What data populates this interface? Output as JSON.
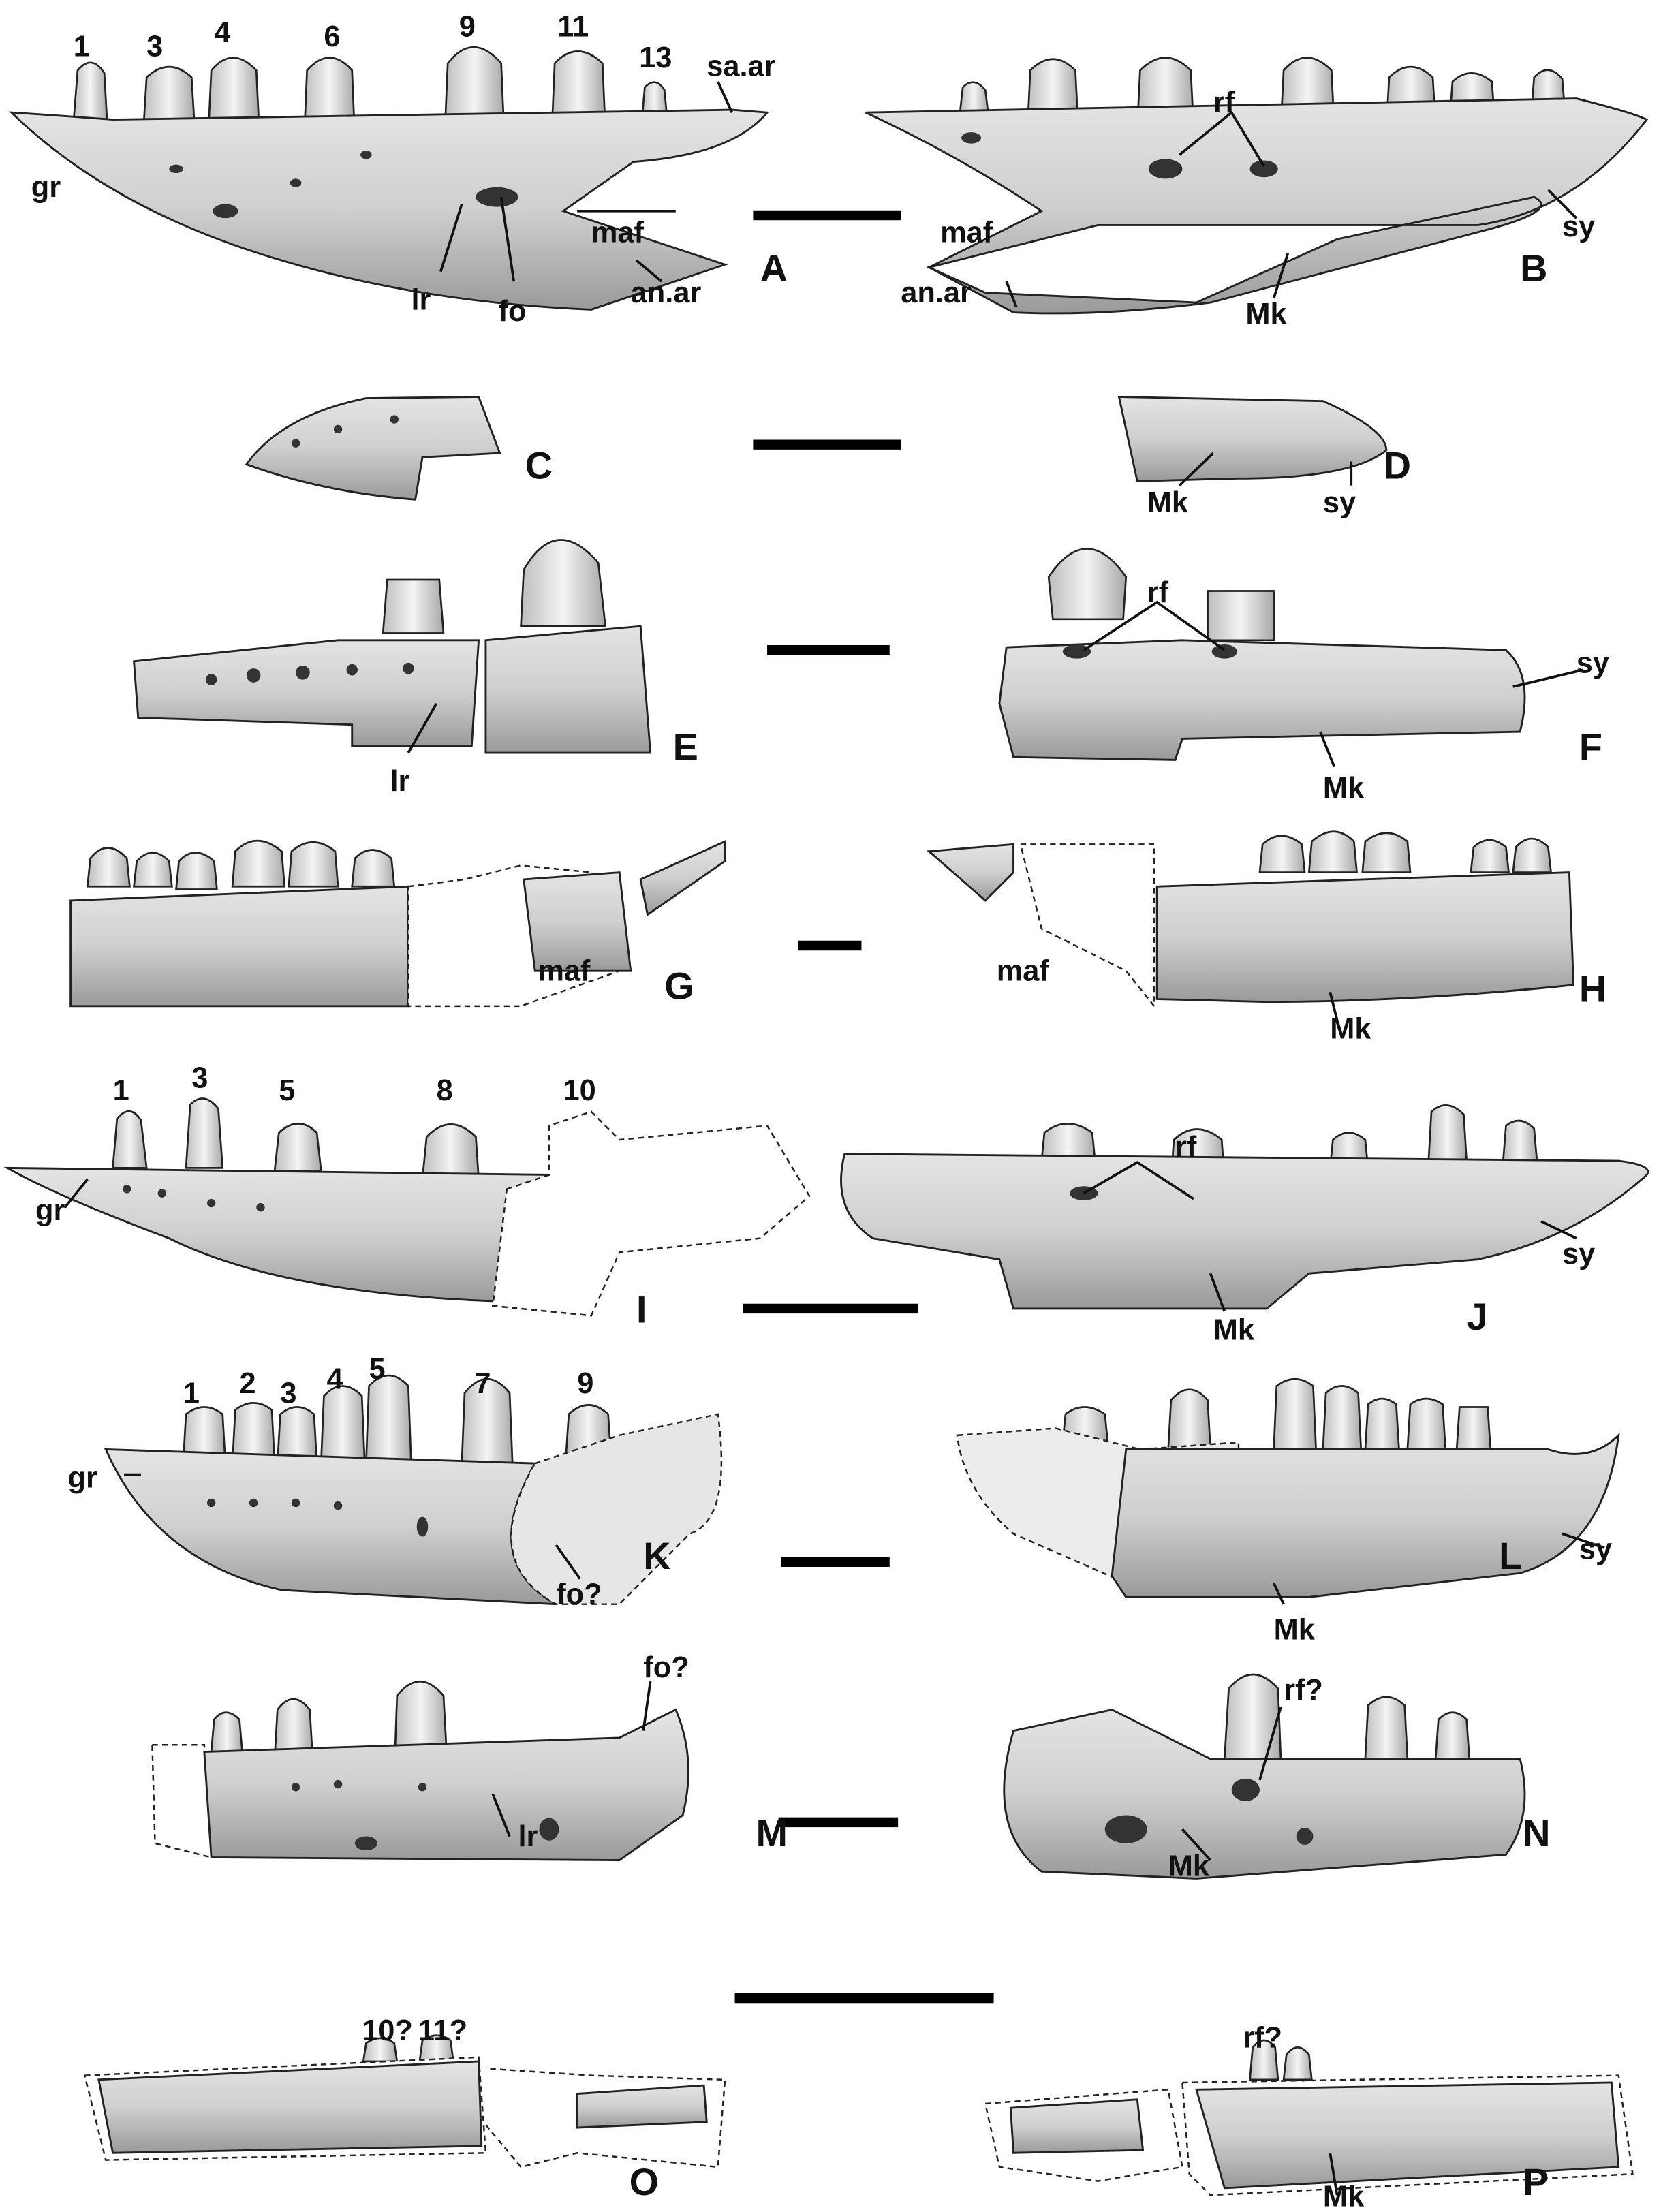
{
  "figure": {
    "panel_letters": [
      "A",
      "B",
      "C",
      "D",
      "E",
      "F",
      "G",
      "H",
      "I",
      "J",
      "K",
      "L",
      "M",
      "N",
      "O",
      "P"
    ],
    "panel_A": {
      "teeth": [
        "1",
        "3",
        "4",
        "6",
        "9",
        "11",
        "13"
      ],
      "labels": {
        "sa_ar": "sa.ar",
        "gr": "gr",
        "maf": "maf",
        "lr": "lr",
        "fo": "fo",
        "an_ar": "an.ar"
      }
    },
    "panel_B": {
      "labels": {
        "rf": "rf",
        "maf": "maf",
        "sy": "sy",
        "an_ar": "an.ar",
        "mk": "Mk"
      }
    },
    "panel_D": {
      "labels": {
        "mk": "Mk",
        "sy": "sy"
      }
    },
    "panel_E": {
      "labels": {
        "lr": "lr"
      }
    },
    "panel_F": {
      "labels": {
        "rf": "rf",
        "sy": "sy",
        "mk": "Mk"
      }
    },
    "panel_G": {
      "labels": {
        "maf": "maf"
      }
    },
    "panel_H": {
      "labels": {
        "maf": "maf",
        "mk": "Mk"
      }
    },
    "panel_I": {
      "teeth": [
        "1",
        "3",
        "5",
        "8",
        "10"
      ],
      "labels": {
        "gr": "gr"
      }
    },
    "panel_J": {
      "labels": {
        "rf": "rf",
        "sy": "sy",
        "mk": "Mk"
      }
    },
    "panel_K": {
      "teeth": [
        "1",
        "2",
        "3",
        "4",
        "5",
        "7",
        "9"
      ],
      "labels": {
        "gr": "gr",
        "fo": "fo?"
      }
    },
    "panel_L": {
      "labels": {
        "sy": "sy",
        "mk": "Mk"
      }
    },
    "panel_M": {
      "labels": {
        "fo": "fo?",
        "lr": "lr"
      }
    },
    "panel_N": {
      "labels": {
        "rf": "rf?",
        "mk": "Mk"
      }
    },
    "panel_O": {
      "teeth": [
        "10?",
        "11?"
      ]
    },
    "panel_P": {
      "labels": {
        "rf": "rf?",
        "mk": "Mk"
      }
    }
  },
  "colors": {
    "bone_light": "#f2f2f2",
    "bone_dark": "#9a9a9a",
    "ink": "#111111"
  }
}
